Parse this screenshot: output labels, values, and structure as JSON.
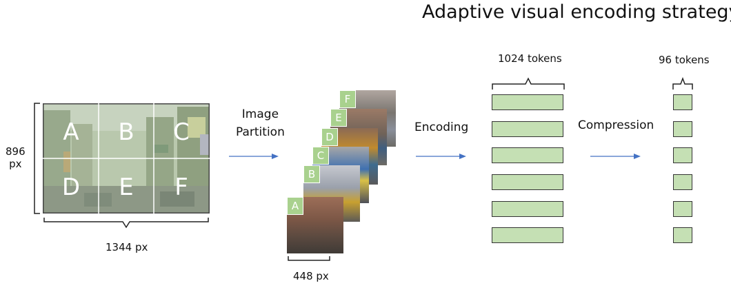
{
  "title": "Adaptive visual encoding strategy",
  "source_image": {
    "height_value": "896",
    "height_unit": "px",
    "width_label": "1344 px",
    "partitions": [
      "A",
      "B",
      "C",
      "D",
      "E",
      "F"
    ]
  },
  "steps": {
    "partition_line1": "Image",
    "partition_line2": "Partition",
    "encoding": "Encoding",
    "compression": "Compression"
  },
  "tiles": {
    "labels": [
      "A",
      "B",
      "C",
      "D",
      "E",
      "F"
    ],
    "size_label": "448 px"
  },
  "tokens": {
    "encoded_label": "1024 tokens",
    "compressed_label": "96 tokens",
    "encoded_blocks": 6,
    "compressed_blocks": 6
  },
  "colors": {
    "arrow": "#4472c4",
    "token_fill": "#c5e0b4",
    "tile_label_fill": "#a9d18e",
    "partition_overlay": "#a9c79a"
  }
}
